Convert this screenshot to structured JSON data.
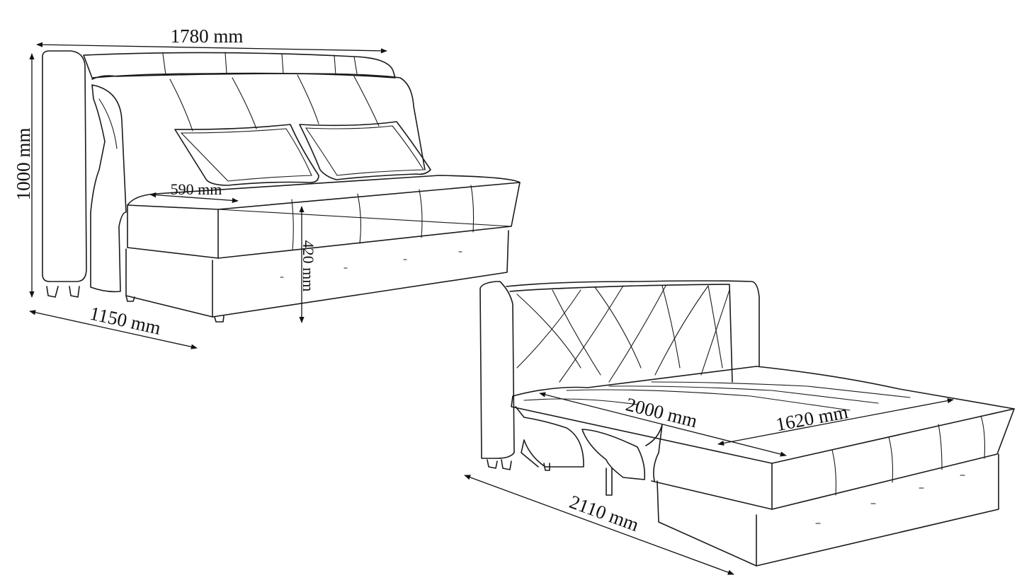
{
  "dimensions": {
    "sofa_width": "1780 mm",
    "sofa_height": "1000 mm",
    "sofa_depth": "1150 mm",
    "seat_depth": "590 mm",
    "seat_height": "420 mm",
    "bed_length": "2000 mm",
    "bed_width": "1620 mm",
    "bed_total_length": "2110 mm"
  },
  "colors": {
    "line": "#1a1a1a",
    "background": "#ffffff"
  }
}
